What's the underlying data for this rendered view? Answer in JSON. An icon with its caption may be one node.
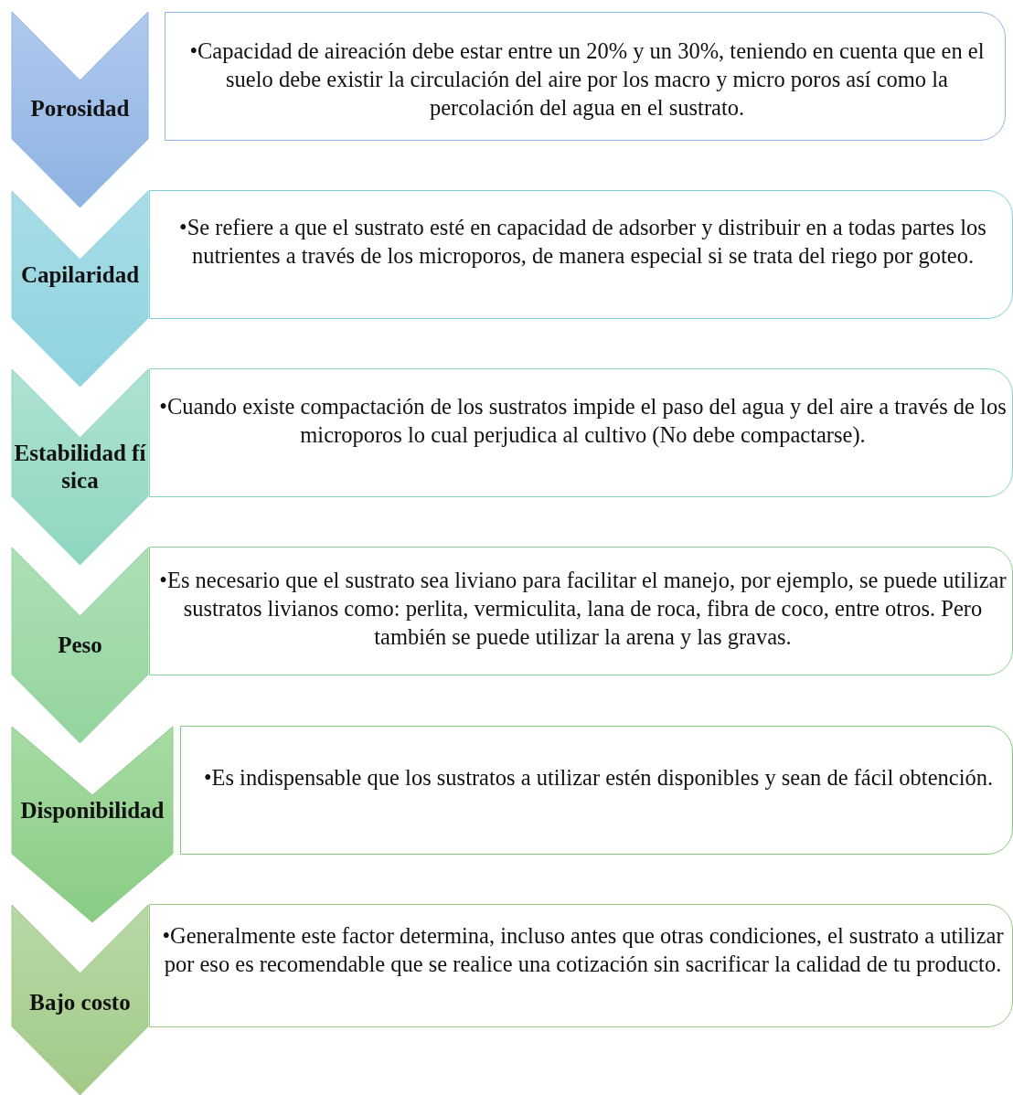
{
  "diagram": {
    "nodes": [
      {
        "text": [
          "Porosidad"
        ]
      },
      {
        "text": [
          "•Capacidad de aireación debe estar entre un 20% y un 30%, teniendo en cuenta que en el suelo debe existir la circulación del aire por los macro y micro poros así como la percolación del agua en el sustrato."
        ]
      },
      {
        "text": [
          "Capilaridad"
        ]
      },
      {
        "text": [
          "•Se refiere a que el sustrato esté en capacidad de adsorber y distribuir en a todas partes los nutrientes a través de los microporos, de manera especial si se trata del riego por goteo."
        ]
      },
      {
        "text": [
          "Estabilidad física"
        ]
      },
      {
        "text": [
          "•Cuando existe compactación de los sustratos impide el paso del agua y del aire a través de los microporos lo cual perjudica al cultivo (No debe compactarse)."
        ]
      },
      {
        "text": [
          "Peso"
        ]
      },
      {
        "text": [
          "•Es necesario que el sustrato sea liviano para facilitar el manejo, por ejemplo, se puede utilizar sustratos livianos como: perlita, vermiculita, lana de roca, fibra de coco, entre otros. Pero también se puede utilizar la arena y las gravas."
        ]
      },
      {
        "text": [
          "Disponibilidad"
        ]
      },
      {
        "text": [
          "•Es indispensable que los sustratos a utilizar estén disponibles y sean de fácil obtención."
        ]
      },
      {
        "text": [
          "Bajo costo"
        ]
      },
      {
        "text": [
          "•Generalmente este factor determina, incluso antes que otras condiciones, el sustrato a utilizar por eso es recomendable que se realice una cotización sin sacrificar la calidad de tu producto."
        ]
      }
    ]
  }
}
